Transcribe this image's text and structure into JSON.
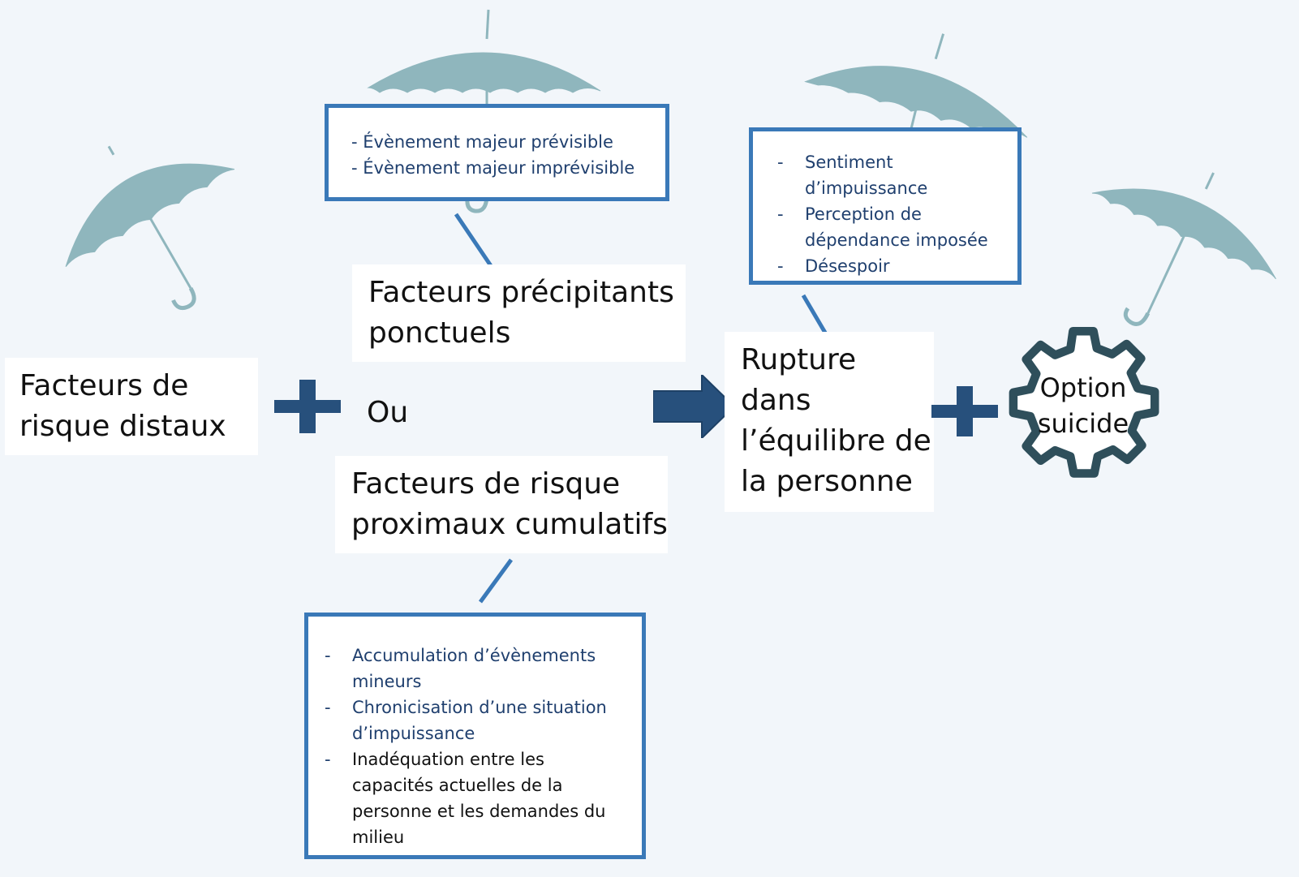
{
  "diagram": {
    "distal": "Facteurs de\nrisque distaux",
    "precipitants": "Facteurs précipitants\nponctuels",
    "or_label": "Ou",
    "proximal": "Facteurs de risque\nproximaux cumulatifs",
    "rupture": "Rupture\ndans\nl’équilibre de\nla personne",
    "option": "Option\nsuicide",
    "precipitant_details": [
      "- Évènement majeur prévisible",
      "- Évènement majeur imprévisible"
    ],
    "rupture_details": [
      "Sentiment d’impuissance",
      "Perception de dépendance imposée",
      "Désespoir"
    ],
    "proximal_details": [
      "Accumulation d’évènements mineurs",
      "Chronicisation d’une situation d’impuissance",
      "Inadéquation entre les capacités actuelles de la personne et les demandes du milieu"
    ]
  },
  "colors": {
    "background": "#f2f6fa",
    "umbrella": "#8fb6bd",
    "accent": "#3a79b8",
    "dark_blue": "#27507c",
    "gear": "#2f4f5b",
    "text_blue": "#1f3f6e"
  }
}
